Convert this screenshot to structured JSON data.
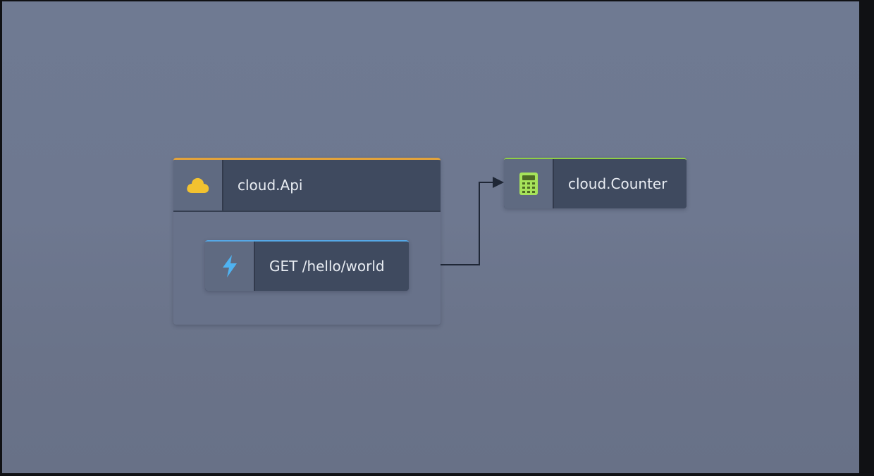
{
  "nodes": {
    "api": {
      "label": "cloud.Api",
      "icon": "cloud-icon",
      "accent": "#e3a33b",
      "icon_color": "#f2c230"
    },
    "endpoint": {
      "label": "GET /hello/world",
      "icon": "lightning-icon",
      "accent": "#56a8e6",
      "icon_color": "#4fb3f2"
    },
    "counter": {
      "label": "cloud.Counter",
      "icon": "calculator-icon",
      "accent": "#8fcf45",
      "icon_color": "#a6e35a"
    }
  },
  "edges": [
    {
      "from": "GET /hello/world",
      "to": "cloud.Counter"
    }
  ]
}
